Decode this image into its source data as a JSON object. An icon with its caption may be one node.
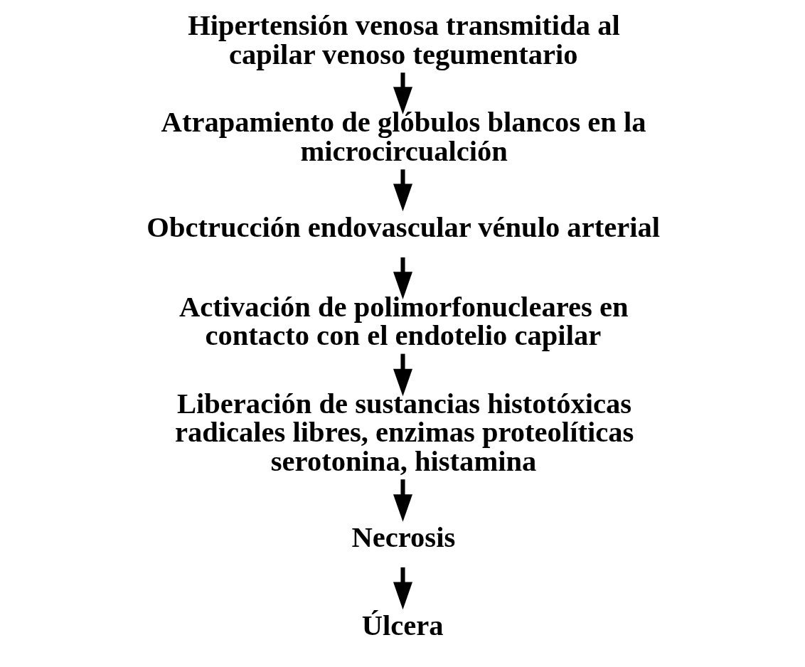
{
  "diagram": {
    "nodes": [
      {
        "text": [
          "Hipertensión venosa transmitida al capilar venoso tegumentario"
        ]
      },
      {
        "text": [
          "Atrapamiento de glóbulos blancos en la microcircualción"
        ]
      },
      {
        "text": [
          "Obctrucción endovascular vénulo arterial"
        ]
      },
      {
        "text": [
          "Activación de polimorfonucleares en contacto con el endotelio capilar"
        ]
      },
      {
        "text": [
          "Liberación de sustancias histotóxicas radicales libres, enzimas proteolíticas serotonina, histamina"
        ]
      },
      {
        "text": [
          "Necrosis"
        ]
      },
      {
        "text": [
          "Úlcera"
        ]
      }
    ],
    "edges": [
      {
        "from": 0,
        "to": 1,
        "arrow": "to"
      },
      {
        "from": 1,
        "to": 2,
        "arrow": "to"
      },
      {
        "from": 2,
        "to": 3,
        "arrow": "to"
      },
      {
        "from": 3,
        "to": 4,
        "arrow": "to"
      },
      {
        "from": 4,
        "to": 5,
        "arrow": "to"
      },
      {
        "from": 5,
        "to": 6,
        "arrow": "to"
      }
    ]
  }
}
